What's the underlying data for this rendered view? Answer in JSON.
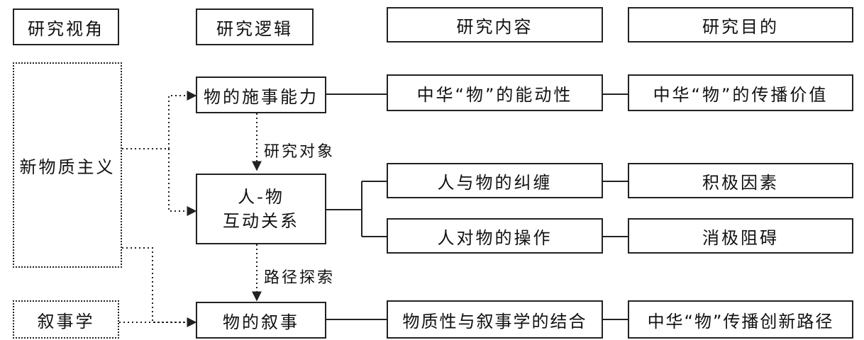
{
  "headers": {
    "perspective": "研究视角",
    "logic": "研究逻辑",
    "content": "研究内容",
    "purpose": "研究目的"
  },
  "perspectives": {
    "new_materialism": "新物质主义",
    "narratology": "叙事学"
  },
  "logic": {
    "agency": "物的施事能力",
    "interaction_line1": "人-物",
    "interaction_line2": "互动关系",
    "narrative": "物的叙事"
  },
  "edge_labels": {
    "research_object": "研究对象",
    "path_exploration": "路径探索"
  },
  "content": {
    "initiative": "中华“物”的能动性",
    "entanglement": "人与物的纠缠",
    "manipulation": "人对物的操作",
    "combination": "物质性与叙事学的结合"
  },
  "purpose": {
    "dissemination_value": "中华“物”的传播价值",
    "positive": "积极因素",
    "negative": "消极阻碍",
    "innovation_path": "中华“物”传播创新路径"
  }
}
